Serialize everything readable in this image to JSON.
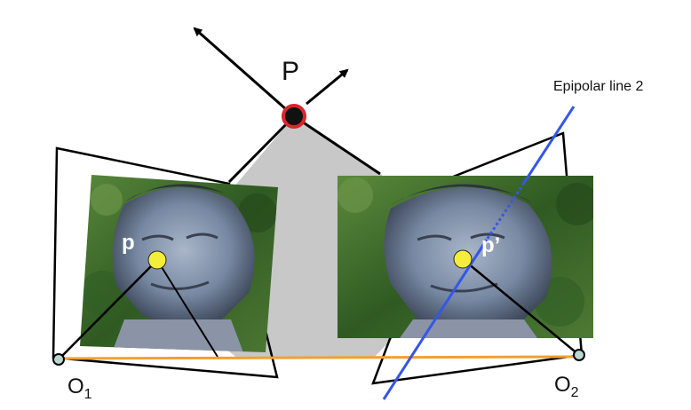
{
  "labels": {
    "point_P": "P",
    "point_p": "p",
    "point_p_prime": "p’",
    "epipolar": "Epipolar line 2",
    "o1_letter": "O",
    "o1_sub": "1",
    "o2_letter": "O",
    "o2_sub": "2"
  },
  "colors": {
    "epipolar_line": "#3557e6",
    "baseline": "#f0a030",
    "point_P_fill": "#111111",
    "point_P_ring": "#d9262b",
    "image_point": "#f4ee3a",
    "triangle_fill": "#c8c8c8",
    "foliage": "#3f6a2a",
    "bust": "#6f7e95"
  },
  "icons": {
    "arrows": "arrow-icon",
    "photo": "bust-photo"
  }
}
